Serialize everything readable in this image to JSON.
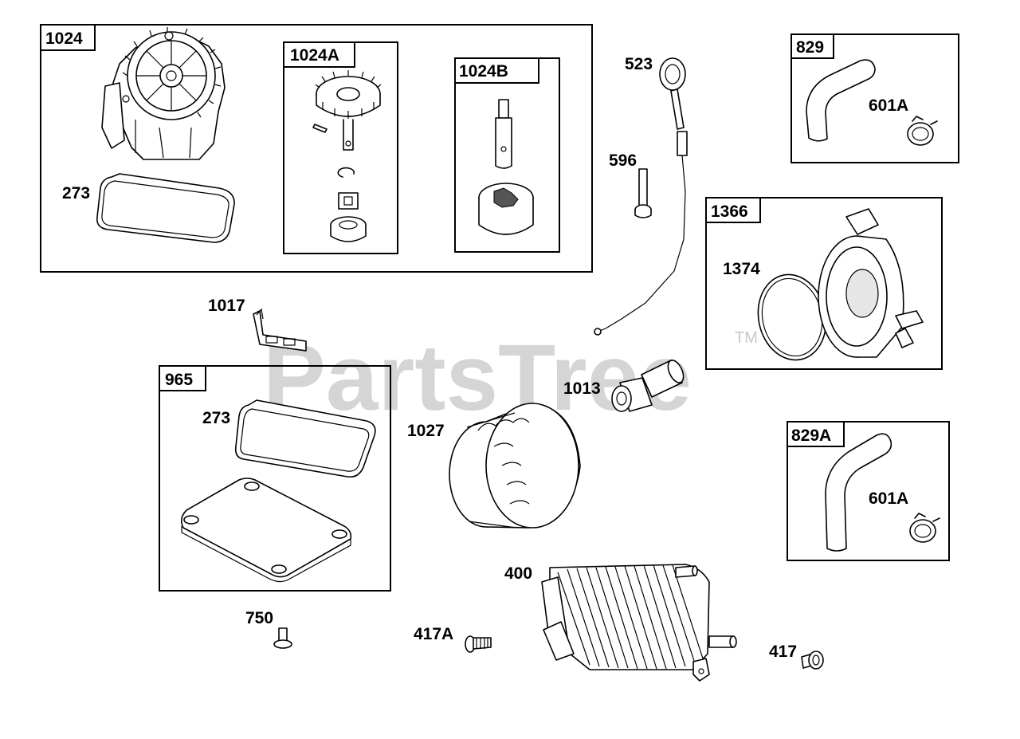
{
  "watermark": {
    "text": "PartsTree",
    "trademark": "TM"
  },
  "groups": {
    "g1024": "1024",
    "g1024A": "1024A",
    "g1024B": "1024B",
    "g829": "829",
    "g1366": "1366",
    "g965": "965",
    "g829A": "829A"
  },
  "callouts": {
    "c273_top": "273",
    "c523": "523",
    "c596": "596",
    "c601A_top": "601A",
    "c1374": "1374",
    "c1017": "1017",
    "c1013": "1013",
    "c273_mid": "273",
    "c1027": "1027",
    "c601A_bottom": "601A",
    "c400": "400",
    "c750": "750",
    "c417A": "417A",
    "c417": "417"
  },
  "colors": {
    "line": "#000000",
    "watermark": "#c8c8c8",
    "background": "#ffffff"
  }
}
